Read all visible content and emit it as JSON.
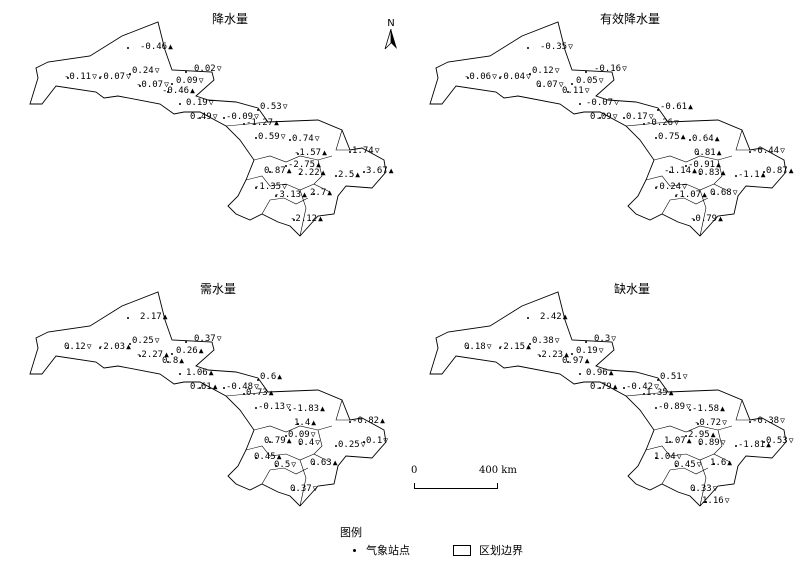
{
  "panels": [
    {
      "id": "precip",
      "title": "降水量",
      "labels": [
        {
          "text": "-0.46",
          "m": "up"
        },
        {
          "text": "-0.11",
          "m": "down"
        },
        {
          "text": "-0.07",
          "m": "down"
        },
        {
          "text": "0.24",
          "m": "down"
        },
        {
          "text": "-0.07",
          "m": "down"
        },
        {
          "text": "0.09",
          "m": "down"
        },
        {
          "text": "0.02",
          "m": "down"
        },
        {
          "text": "-0.46",
          "m": "up"
        },
        {
          "text": "0.19",
          "m": "down"
        },
        {
          "text": "0.49",
          "m": "down"
        },
        {
          "text": "-0.09",
          "m": "down"
        },
        {
          "text": "0.53",
          "m": "down"
        },
        {
          "text": "-1.27",
          "m": "up"
        },
        {
          "text": "0.59",
          "m": "down"
        },
        {
          "text": "0.74",
          "m": "down"
        },
        {
          "text": "-1.57",
          "m": "up"
        },
        {
          "text": "1.74",
          "m": "down"
        },
        {
          "text": "-2.75",
          "m": "up"
        },
        {
          "text": "0.87",
          "m": "up"
        },
        {
          "text": "2.22",
          "m": "up"
        },
        {
          "text": "2.5",
          "m": "up"
        },
        {
          "text": "3.67",
          "m": "up"
        },
        {
          "text": "-1.35",
          "m": "down"
        },
        {
          "text": "-3.13",
          "m": "up"
        },
        {
          "text": "2.7",
          "m": "up"
        },
        {
          "text": "-2.12",
          "m": "up"
        }
      ]
    },
    {
      "id": "effective",
      "title": "有效降水量",
      "labels": [
        {
          "text": "-0.35",
          "m": "down"
        },
        {
          "text": "-0.06",
          "m": "down"
        },
        {
          "text": "-0.04",
          "m": "down"
        },
        {
          "text": "0.12",
          "m": "down"
        },
        {
          "text": "0.07",
          "m": "down"
        },
        {
          "text": "0.05",
          "m": "down"
        },
        {
          "text": "-0.16",
          "m": "down"
        },
        {
          "text": "0.11",
          "m": "down"
        },
        {
          "text": "-0.07",
          "m": "down"
        },
        {
          "text": "0.09",
          "m": "down"
        },
        {
          "text": "0.17",
          "m": "down"
        },
        {
          "text": "-0.61",
          "m": "up"
        },
        {
          "text": "-0.26",
          "m": "down"
        },
        {
          "text": "0.75",
          "m": "up"
        },
        {
          "text": "0.64",
          "m": "up"
        },
        {
          "text": "0.81",
          "m": "up"
        },
        {
          "text": "-0.44",
          "m": "down"
        },
        {
          "text": "-0.91",
          "m": "up"
        },
        {
          "text": "-1.14",
          "m": "up"
        },
        {
          "text": "0.83",
          "m": "up"
        },
        {
          "text": "-1.1",
          "m": "up"
        },
        {
          "text": "0.87",
          "m": "up"
        },
        {
          "text": "-0.24",
          "m": "down"
        },
        {
          "text": "-1.07",
          "m": "up"
        },
        {
          "text": "0.68",
          "m": "down"
        },
        {
          "text": "-0.79",
          "m": "up"
        }
      ]
    },
    {
      "id": "demand",
      "title": "需水量",
      "labels": [
        {
          "text": "2.17",
          "m": "up"
        },
        {
          "text": "0.12",
          "m": "down"
        },
        {
          "text": "-2.03",
          "m": "up"
        },
        {
          "text": "0.25",
          "m": "down"
        },
        {
          "text": "-2.27",
          "m": "up"
        },
        {
          "text": "0.26",
          "m": "up"
        },
        {
          "text": "0.37",
          "m": "down"
        },
        {
          "text": "0.8",
          "m": "up"
        },
        {
          "text": "1.06",
          "m": "up"
        },
        {
          "text": "0.61",
          "m": "up"
        },
        {
          "text": "-0.48",
          "m": "down"
        },
        {
          "text": "0.6",
          "m": "up"
        },
        {
          "text": "0.73",
          "m": "up"
        },
        {
          "text": "-0.13",
          "m": "down"
        },
        {
          "text": "-1.83",
          "m": "up"
        },
        {
          "text": "1.4",
          "m": "up"
        },
        {
          "text": "-0.82",
          "m": "up"
        },
        {
          "text": "0.09",
          "m": "down"
        },
        {
          "text": "0.79",
          "m": "up"
        },
        {
          "text": "0.4",
          "m": "down"
        },
        {
          "text": "0.25",
          "m": "down"
        },
        {
          "text": "0.1",
          "m": "down"
        },
        {
          "text": "0.45",
          "m": "up"
        },
        {
          "text": "0.5",
          "m": "down"
        },
        {
          "text": "0.63",
          "m": "up"
        },
        {
          "text": "0.37",
          "m": "down"
        }
      ]
    },
    {
      "id": "deficit",
      "title": "缺水量",
      "labels": [
        {
          "text": "2.42",
          "m": "up"
        },
        {
          "text": "0.18",
          "m": "down"
        },
        {
          "text": "-2.15",
          "m": "up"
        },
        {
          "text": "0.38",
          "m": "down"
        },
        {
          "text": "-2.23",
          "m": "up"
        },
        {
          "text": "0.19",
          "m": "down"
        },
        {
          "text": "0.3",
          "m": "down"
        },
        {
          "text": "0.97",
          "m": "up"
        },
        {
          "text": "0.96",
          "m": "up"
        },
        {
          "text": "0.79",
          "m": "up"
        },
        {
          "text": "-0.42",
          "m": "down"
        },
        {
          "text": "0.51",
          "m": "down"
        },
        {
          "text": "1.35",
          "m": "up"
        },
        {
          "text": "-0.89",
          "m": "down"
        },
        {
          "text": "-1.58",
          "m": "up"
        },
        {
          "text": "-0.72",
          "m": "down"
        },
        {
          "text": "-0.38",
          "m": "down"
        },
        {
          "text": "2.95",
          "m": "up"
        },
        {
          "text": "1.07",
          "m": "up"
        },
        {
          "text": "0.89",
          "m": "down"
        },
        {
          "text": "-1.81",
          "m": "up"
        },
        {
          "text": "0.53",
          "m": "down"
        },
        {
          "text": "1.04",
          "m": "down"
        },
        {
          "text": "0.45",
          "m": "down"
        },
        {
          "text": "1.6",
          "m": "up"
        },
        {
          "text": "0.33",
          "m": "down"
        },
        {
          "text": "1.16",
          "m": "down"
        }
      ]
    }
  ],
  "north": {
    "label": "N"
  },
  "scale": {
    "start": "0",
    "end": "400 km"
  },
  "legend": {
    "title": "图例",
    "station": "气象站点",
    "boundary": "区划边界"
  }
}
